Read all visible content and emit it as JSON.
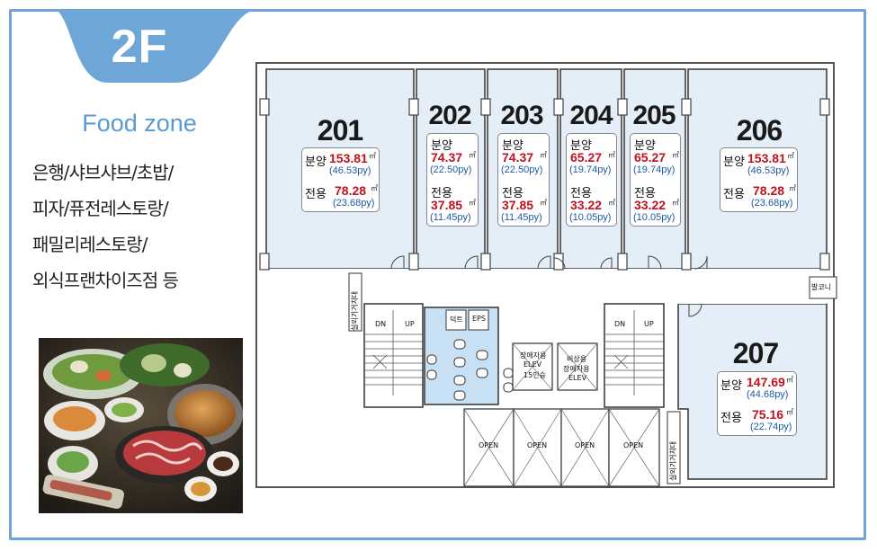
{
  "floor": "2F",
  "zone_title": "Food zone",
  "categories": [
    "은행/샤브샤브/초밥/",
    "피자/퓨전레스토랑/",
    "패밀리레스토랑/",
    "외식프랜차이즈점 등"
  ],
  "labels": {
    "sale": "분양",
    "exclusive": "전용"
  },
  "units": [
    {
      "no": "201",
      "sale_sqm": "153.81",
      "sale_py": "(46.53py)",
      "excl_sqm": "78.28",
      "excl_py": "(23.68py)"
    },
    {
      "no": "202",
      "sale_sqm": "74.37",
      "sale_py": "(22.50py)",
      "excl_sqm": "37.85",
      "excl_py": "(11.45py)"
    },
    {
      "no": "203",
      "sale_sqm": "74.37",
      "sale_py": "(22.50py)",
      "excl_sqm": "37.85",
      "excl_py": "(11.45py)"
    },
    {
      "no": "204",
      "sale_sqm": "65.27",
      "sale_py": "(19.74py)",
      "excl_sqm": "33.22",
      "excl_py": "(10.05py)"
    },
    {
      "no": "205",
      "sale_sqm": "65.27",
      "sale_py": "(19.74py)",
      "excl_sqm": "33.22",
      "excl_py": "(10.05py)"
    },
    {
      "no": "206",
      "sale_sqm": "153.81",
      "sale_py": "(46.53py)",
      "excl_sqm": "78.28",
      "excl_py": "(23.68py)"
    },
    {
      "no": "207",
      "sale_sqm": "147.69",
      "sale_py": "(44.68py)",
      "excl_sqm": "75.16",
      "excl_py": "(22.74py)"
    }
  ],
  "unit_sqm": "㎡",
  "plan_labels": {
    "outdoor_unit_left": "실외기거치대",
    "outdoor_unit_right": "실외기거치대",
    "balcony": "발코니",
    "dn": "DN",
    "up": "UP",
    "eps": "EPS",
    "shaft": "덕트",
    "elev_disabled": "장애자용",
    "elev": "ELEV",
    "elev_capacity": "15인승",
    "elev_stretcher": "비상용",
    "elev_stretcher2": "장애자용",
    "open": "OPEN"
  }
}
